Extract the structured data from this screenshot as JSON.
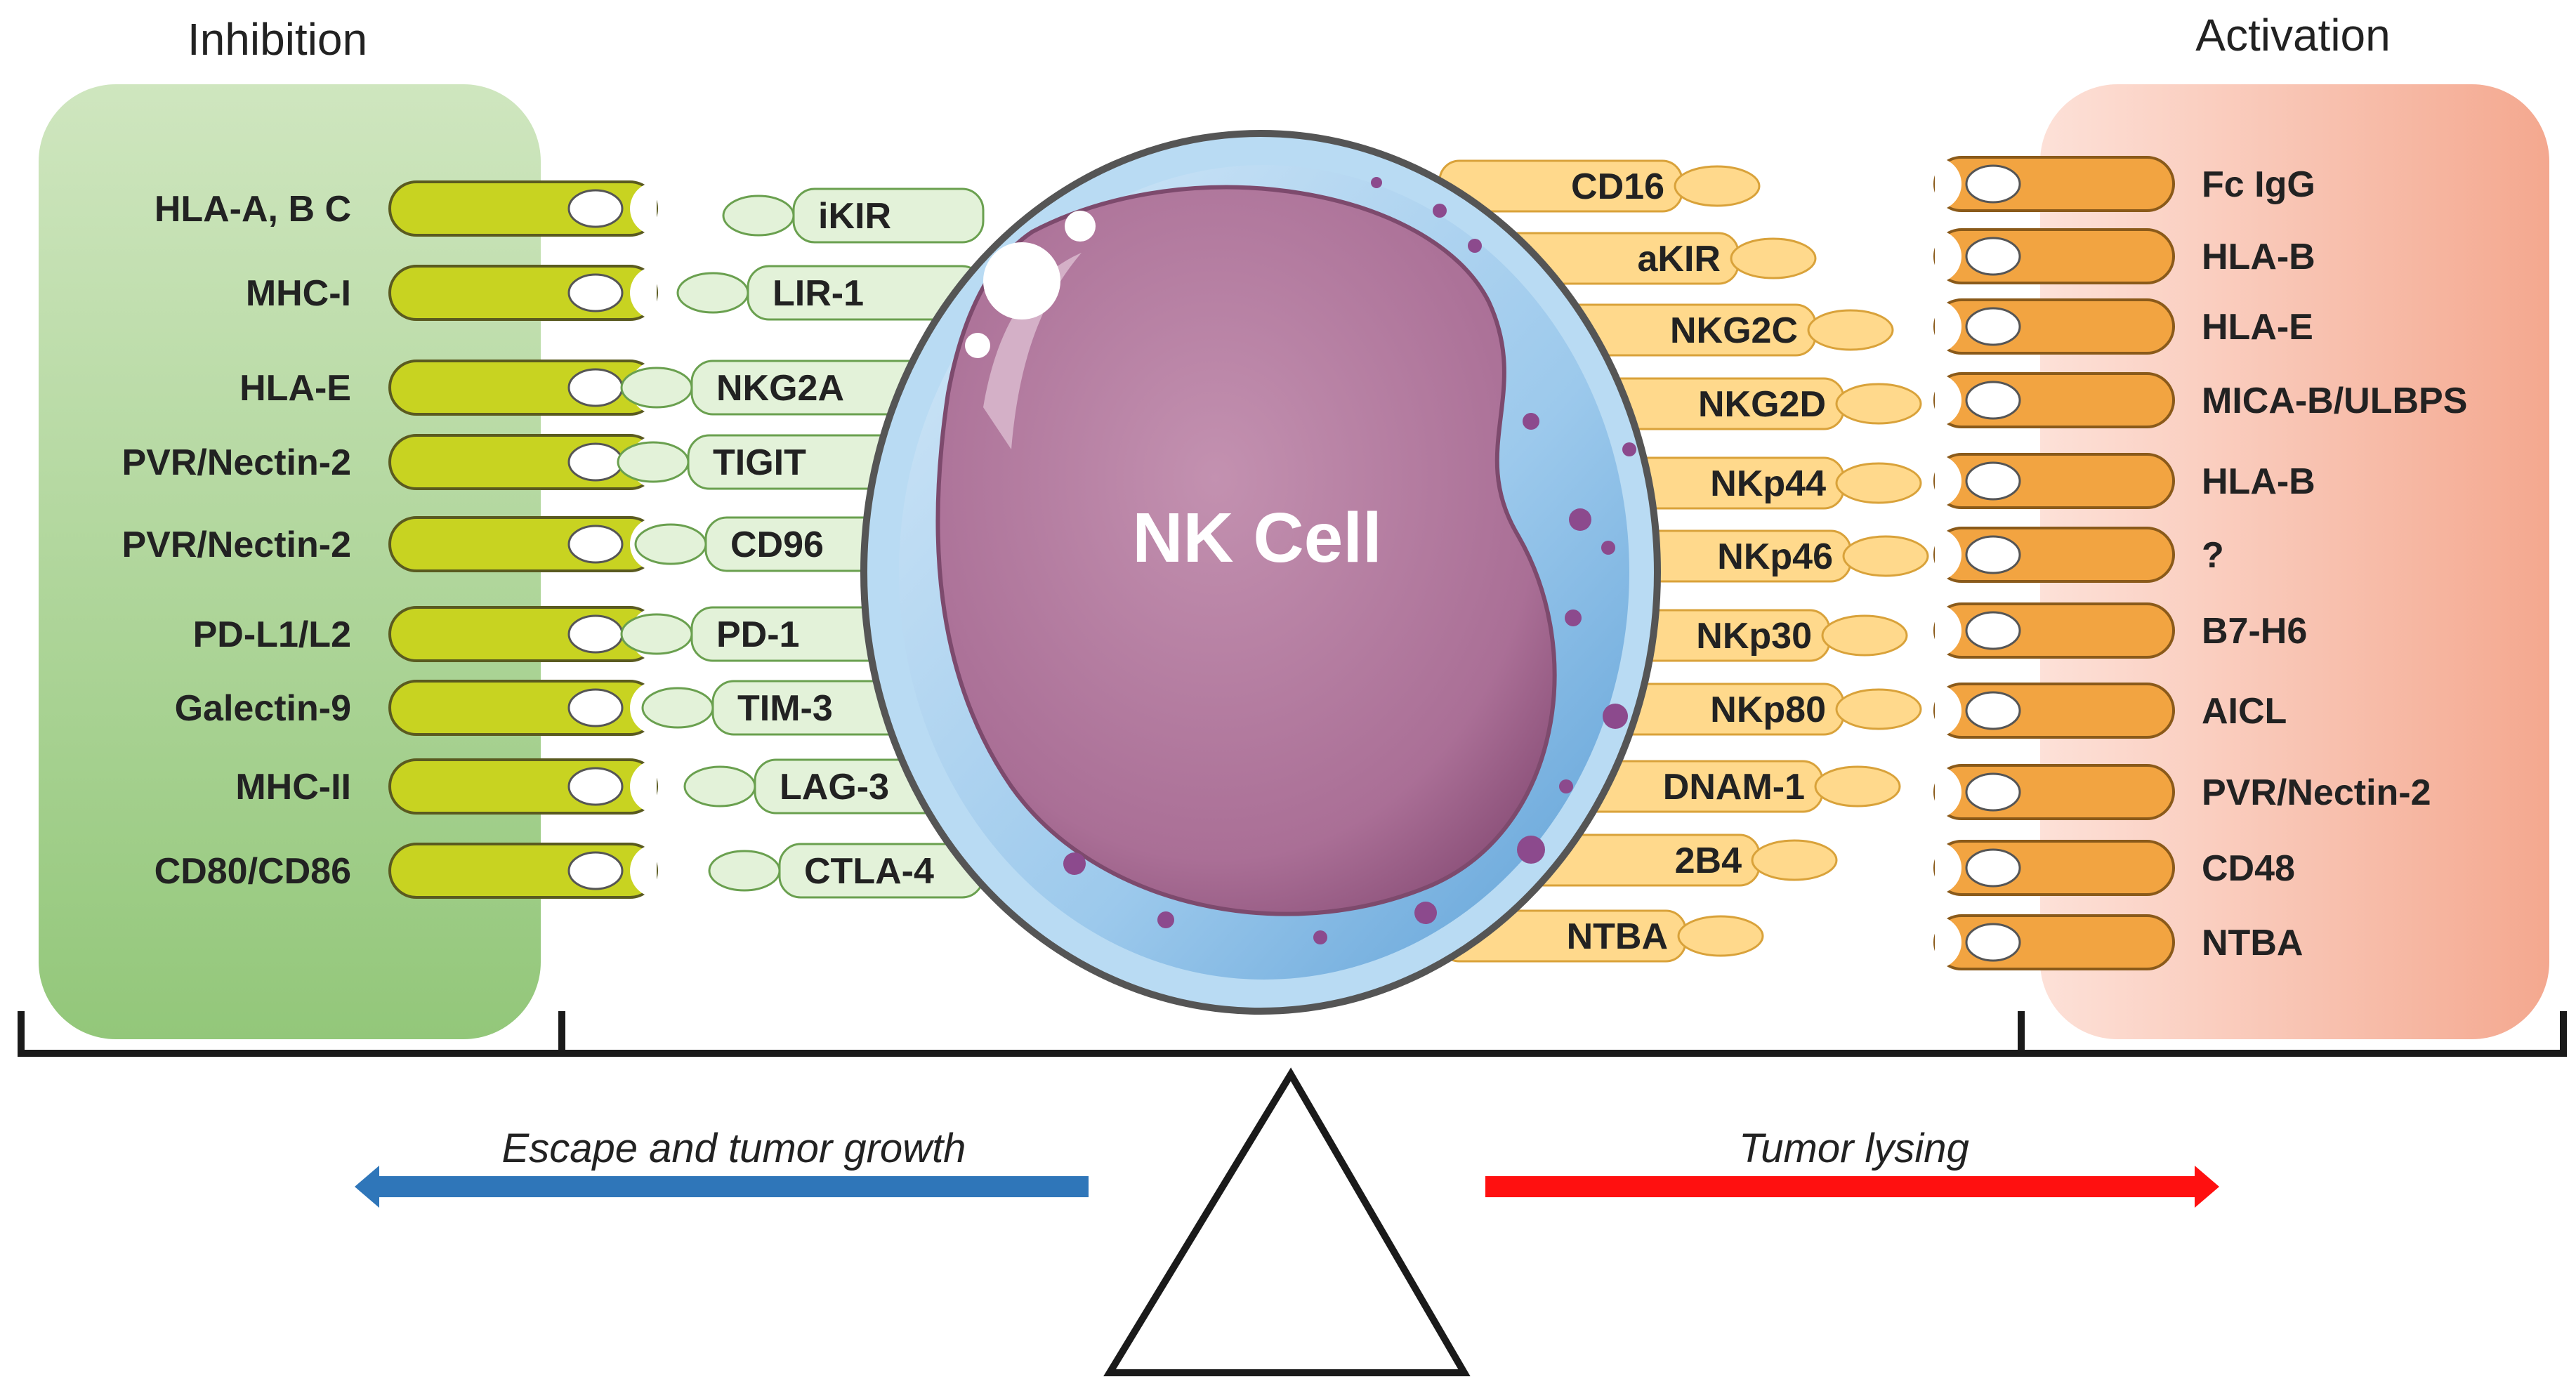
{
  "colors": {
    "inhibition_panel": "#9dcc84",
    "activation_panel": "#f6b7a3",
    "inhibition_ligand": "#c8d321",
    "inhibition_receptor": "#e3f2d9",
    "activation_ligand": "#f2a441",
    "activation_receptor": "#ffd98c",
    "nucleus": "#b37a9e",
    "cytoplasm": "#8fc3e9",
    "arrow_left": "#2f76b9",
    "arrow_right": "#ff1010"
  },
  "inhibition": {
    "title": "Inhibition",
    "ligands": [
      "HLA-A, B C",
      "MHC-I",
      "HLA-E",
      "PVR/Nectin-2",
      "PVR/Nectin-2",
      "PD-L1/L2",
      "Galectin-9",
      "MHC-II",
      "CD80/CD86"
    ],
    "receptors": [
      "iKIR",
      "LIR-1",
      "NKG2A",
      "TIGIT",
      "CD96",
      "PD-1",
      "TIM-3",
      "LAG-3",
      "CTLA-4"
    ]
  },
  "activation": {
    "title": "Activation",
    "receptors": [
      "CD16",
      "aKIR",
      "NKG2C",
      "NKG2D",
      "NKp44",
      "NKp46",
      "NKp30",
      "NKp80",
      "DNAM-1",
      "2B4",
      "NTBA"
    ],
    "ligands": [
      "Fc IgG",
      "HLA-B",
      "HLA-E",
      "MICA-B/ULBPS",
      "HLA-B",
      "?",
      "B7-H6",
      "AICL",
      "PVR/Nectin-2",
      "CD48",
      "NTBA"
    ]
  },
  "cell": {
    "label": "NK Cell"
  },
  "balance": {
    "left_caption": "Escape and tumor growth",
    "right_caption": "Tumor lysing"
  }
}
